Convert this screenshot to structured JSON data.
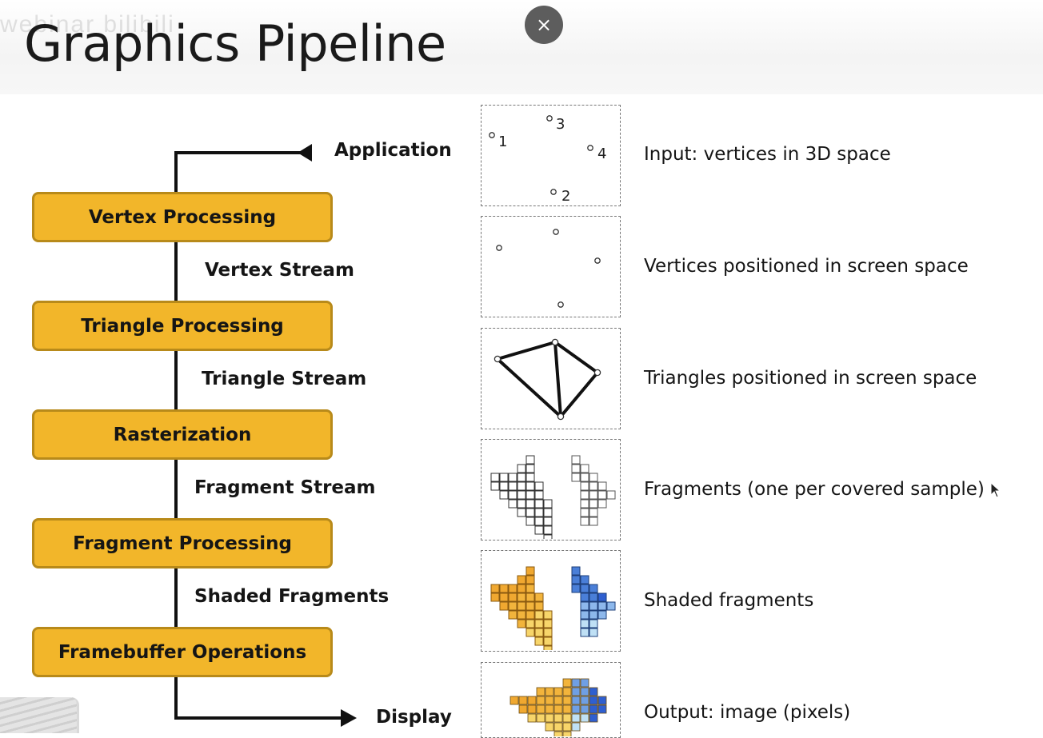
{
  "watermark": "webinar bilibili",
  "title": "Graphics Pipeline",
  "close_label": "×",
  "pipeline": {
    "start_label": "Application",
    "end_label": "Display",
    "stages": [
      "Vertex Processing",
      "Triangle Processing",
      "Rasterization",
      "Fragment Processing",
      "Framebuffer Operations"
    ],
    "streams": [
      "Vertex Stream",
      "Triangle Stream",
      "Fragment Stream",
      "Shaded Fragments"
    ]
  },
  "illustrations": [
    {
      "caption": "Input: vertices in 3D space",
      "vertex_labels": [
        "1",
        "2",
        "3",
        "4"
      ]
    },
    {
      "caption": "Vertices positioned in screen space"
    },
    {
      "caption": "Triangles positioned in screen space"
    },
    {
      "caption": "Fragments (one per covered sample)"
    },
    {
      "caption": "Shaded fragments"
    },
    {
      "caption": "Output: image (pixels)"
    }
  ],
  "colors": {
    "stage_fill": "#f2b62a",
    "stage_border": "#b88a1a",
    "warm_fragment": "#f0a830",
    "cool_fragment": "#4a7fd8"
  }
}
